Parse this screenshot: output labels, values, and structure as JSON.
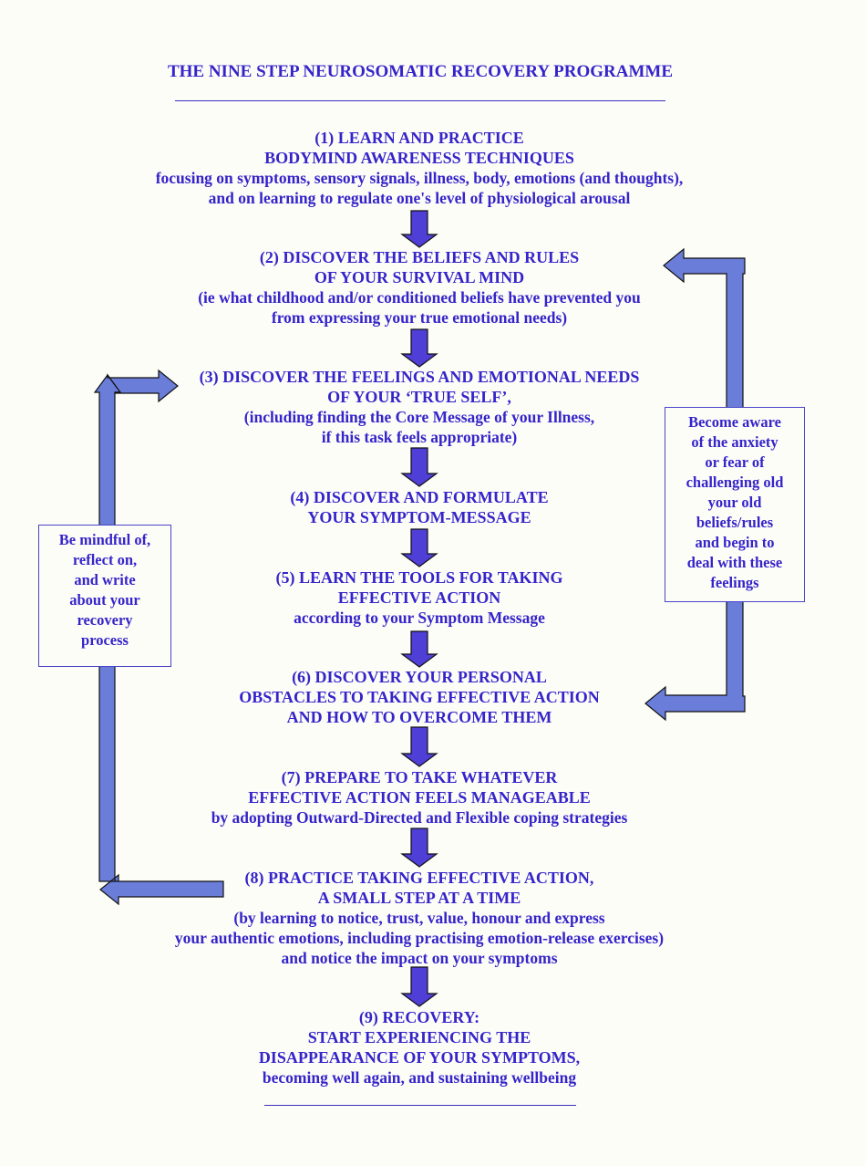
{
  "title": "THE NINE STEP NEUROSOMATIC RECOVERY PROGRAMME",
  "steps": [
    {
      "lines": [
        "(1) LEARN AND PRACTICE",
        "BODYMIND AWARENESS TECHNIQUES",
        "focusing on symptoms, sensory signals, illness, body, emotions (and thoughts),",
        "and on learning to regulate one's level of physiological arousal"
      ]
    },
    {
      "lines": [
        "(2) DISCOVER THE BELIEFS AND RULES",
        "OF YOUR SURVIVAL MIND",
        "(ie what childhood and/or conditioned beliefs have prevented you",
        "from expressing your true emotional needs)"
      ]
    },
    {
      "lines": [
        "(3) DISCOVER THE FEELINGS AND EMOTIONAL NEEDS",
        "OF YOUR ‘TRUE SELF’,",
        "(including finding the Core Message of your Illness,",
        "if this task feels appropriate)"
      ]
    },
    {
      "lines": [
        "(4) DISCOVER AND FORMULATE",
        "YOUR SYMPTOM-MESSAGE"
      ]
    },
    {
      "lines": [
        "(5) LEARN THE TOOLS FOR TAKING",
        "EFFECTIVE ACTION",
        "according to your Symptom Message"
      ]
    },
    {
      "lines": [
        "(6) DISCOVER YOUR PERSONAL",
        "OBSTACLES TO TAKING EFFECTIVE ACTION",
        "AND HOW TO OVERCOME THEM"
      ]
    },
    {
      "lines": [
        "(7) PREPARE TO TAKE WHATEVER",
        "EFFECTIVE ACTION FEELS MANAGEABLE",
        "by adopting Outward-Directed and Flexible coping strategies"
      ]
    },
    {
      "lines": [
        "(8) PRACTICE TAKING EFFECTIVE ACTION,",
        "A SMALL STEP AT A TIME",
        "(by learning to notice, trust, value, honour and express",
        "your authentic emotions,  including practising emotion-release exercises)",
        "and notice the impact on your symptoms"
      ]
    },
    {
      "lines": [
        "(9) RECOVERY:",
        "START EXPERIENCING THE",
        "DISAPPEARANCE OF YOUR SYMPTOMS,",
        "becoming well again, and sustaining wellbeing"
      ]
    }
  ],
  "left_box": {
    "lines": [
      "Be mindful of,",
      "reflect on,",
      "and write",
      "about your",
      "recovery",
      "process"
    ]
  },
  "right_box": {
    "lines": [
      "Become aware",
      "of the anxiety",
      "or fear of",
      "challenging old",
      "your old",
      "beliefs/rules",
      "and begin to",
      "deal with these",
      "feelings"
    ]
  },
  "colors": {
    "text": "#3524c9",
    "arrow_fill": "#4f3fd6",
    "loop_fill": "#6a7dd8",
    "outline": "#111111",
    "box_border": "#4a44c8"
  }
}
